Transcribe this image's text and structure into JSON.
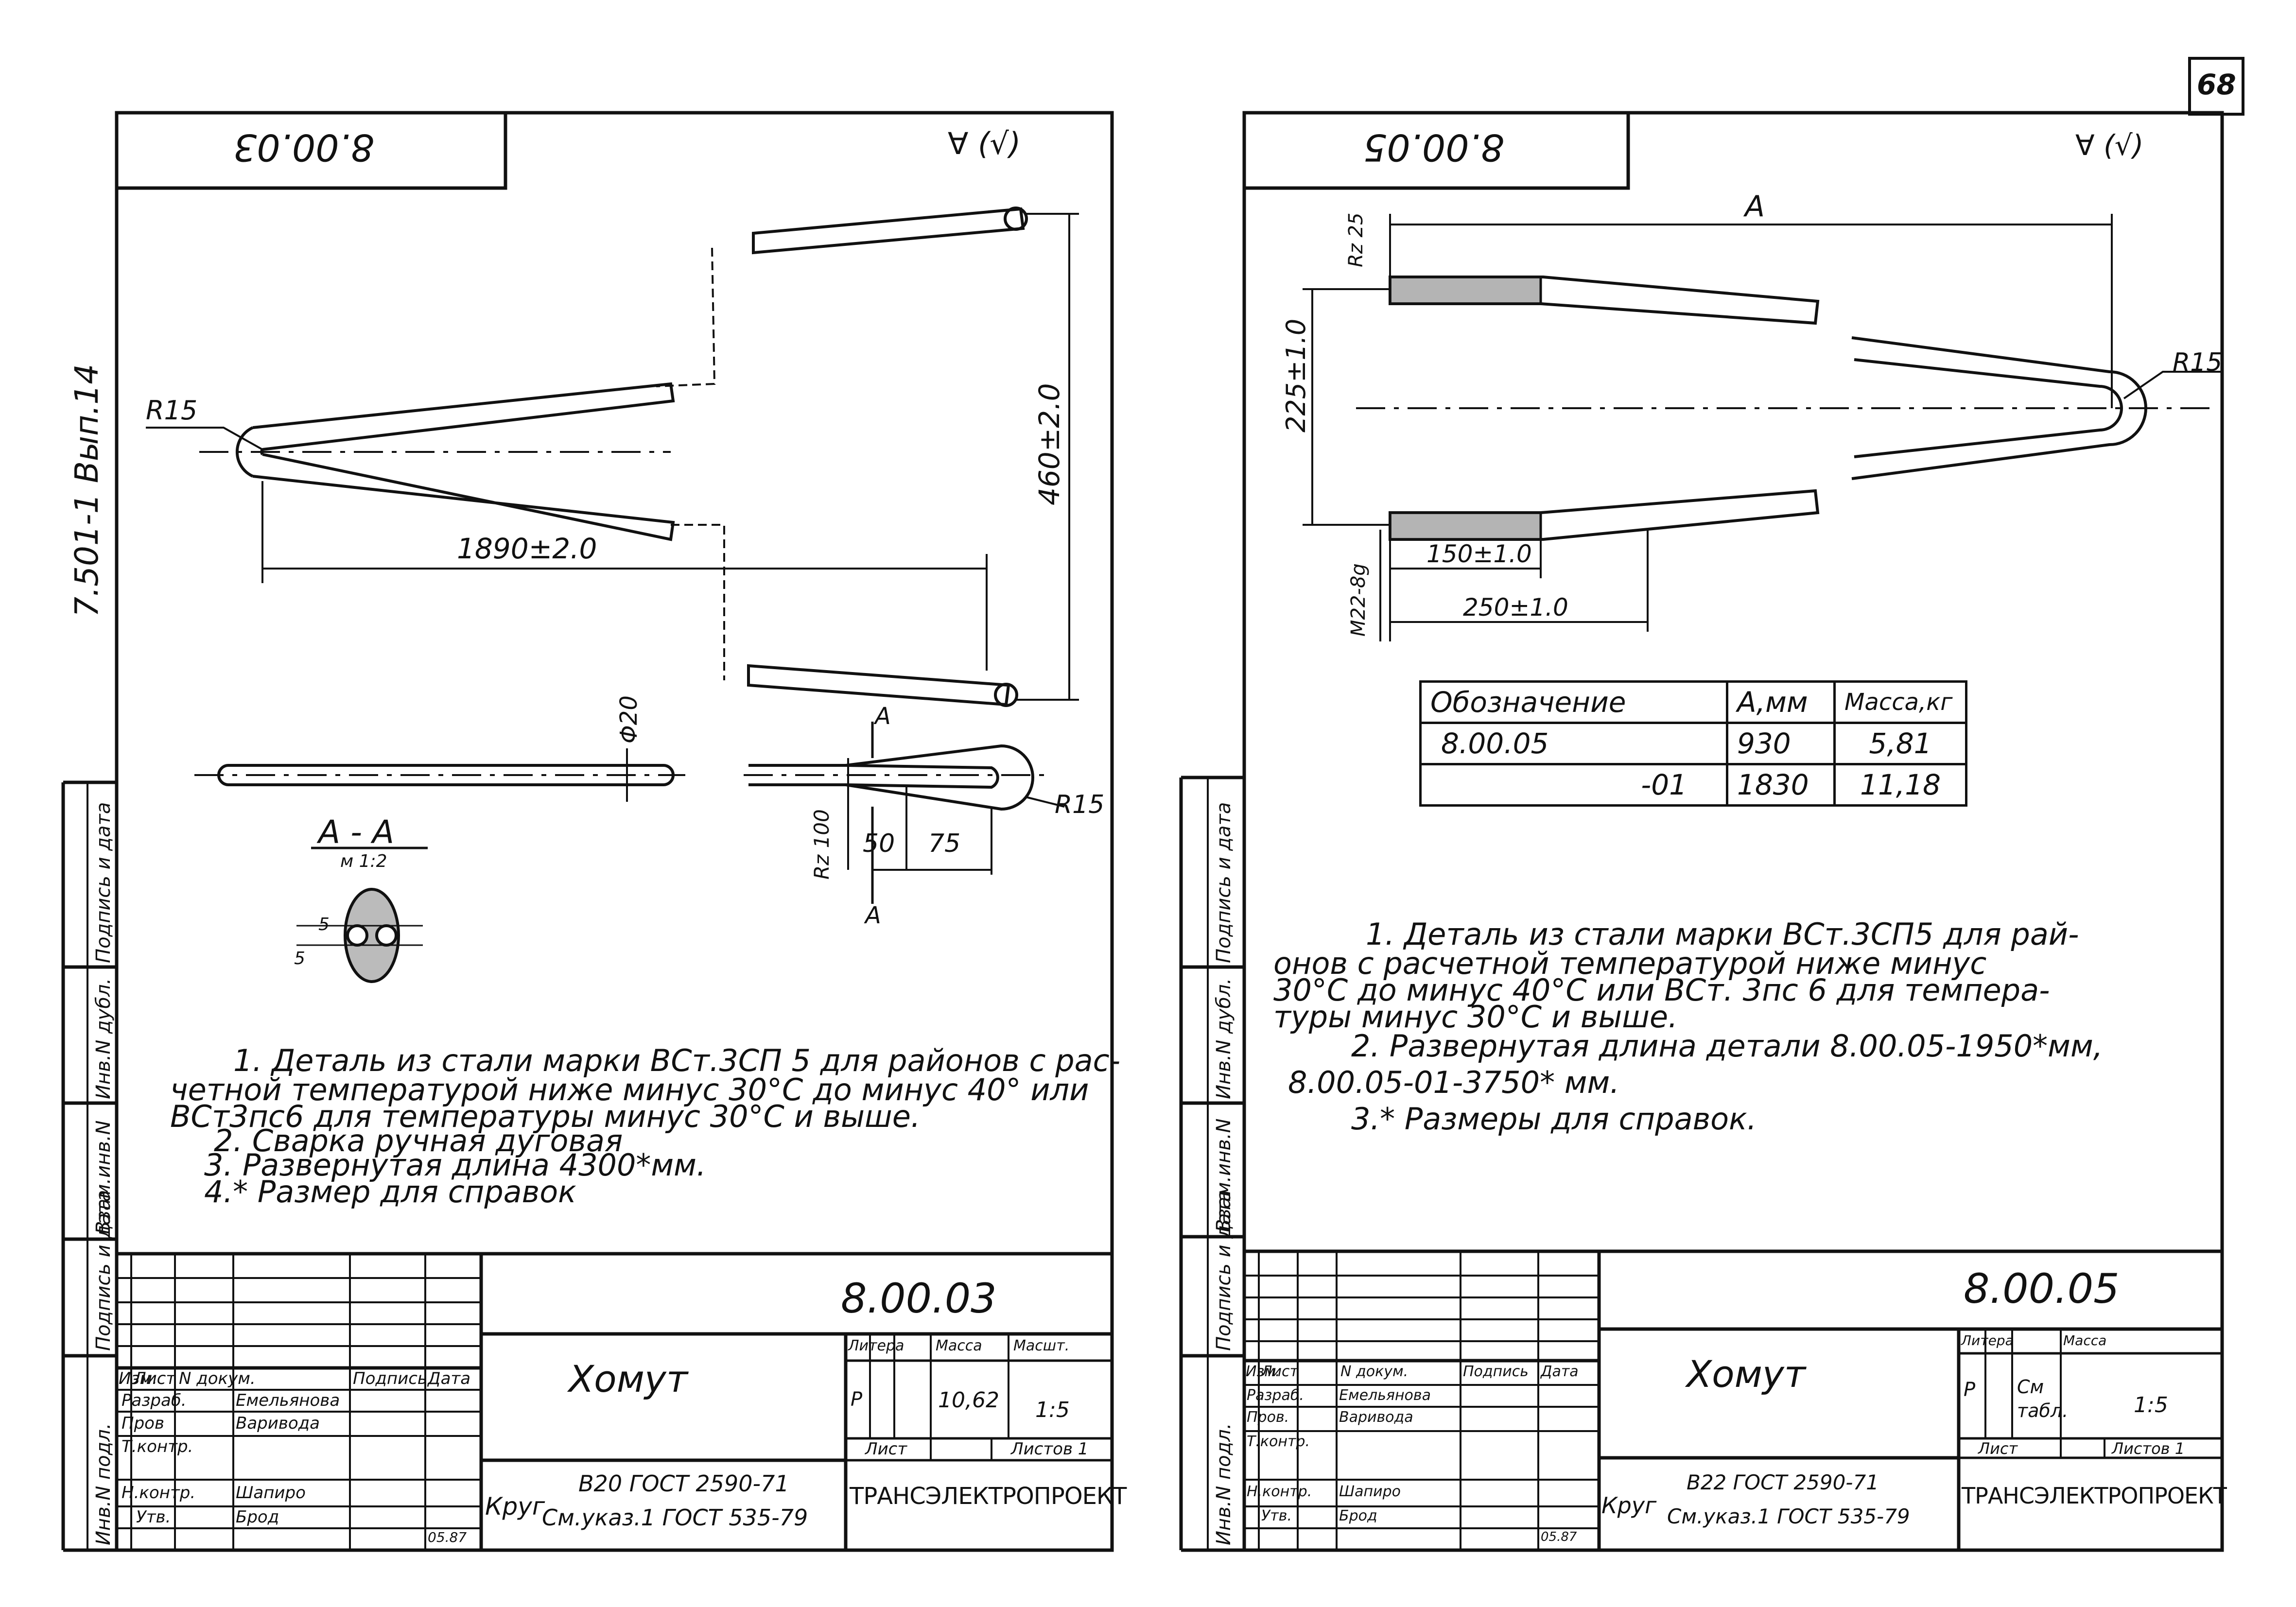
{
  "page_number": "68",
  "series_label": "7.501-1 Вып.14",
  "side_stamp_labels": [
    "Инв.N подл.",
    "Подпись и дата",
    "Взам.инв.N",
    "Инв.N дубл.",
    "Подпись и дата"
  ],
  "left": {
    "header_code": "8.00.03",
    "roughness_mark": "∀ (√)",
    "dims": {
      "radius_bend": "R15",
      "length": "1890±2.0",
      "width": "460±2.0",
      "diameter": "Φ20",
      "section_mark": "A",
      "roughness": "Rz 100",
      "dim_50": "50",
      "dim_75": "75",
      "radius_eye": "R15",
      "section_title": "A - A",
      "section_scale": "м 1:2",
      "section_dim_top": "5",
      "section_dim_bottom": "5"
    },
    "notes": [
      "1. Деталь из стали марки ВСт.3СП 5 для районов с рас-",
      "четной температурой ниже минус 30°С до минус 40° или",
      "ВСт3пс6 для температуры минус 30°С и выше.",
      "2. Сварка ручная дуговая",
      "3. Развернутая длина 4300*мм.",
      "4.* Размер для справок"
    ],
    "title_block": {
      "doc_code": "8.00.03",
      "name": "Хомут",
      "col_headers": [
        "Изм.",
        "Лист",
        "N докум.",
        "Подпись",
        "Дата"
      ],
      "rows": [
        {
          "role": "Разраб.",
          "person": "Емельянова"
        },
        {
          "role": "Пров",
          "person": "Варивода"
        },
        {
          "role": "Т.контр.",
          "person": ""
        },
        {
          "role": "Н.контр.",
          "person": "Шапиро"
        },
        {
          "role": "Утв.",
          "person": "Брод"
        }
      ],
      "date": "05.87",
      "litera_label": "Литера",
      "mass_label": "Масса",
      "scale_label": "Масшт.",
      "litera": "Р",
      "mass": "10,62",
      "scale": "1:5",
      "sheet_label": "Лист",
      "sheets_label": "Листов 1",
      "material_prefix": "Круг",
      "material_top": "В20 ГОСТ 2590-71",
      "material_bottom": "См.указ.1 ГОСТ 535-79",
      "organization": "ТРАНСЭЛЕКТРОПРОЕКТ"
    }
  },
  "right": {
    "header_code": "8.00.05",
    "roughness_mark": "∀ (√)",
    "dims": {
      "dim_a": "A",
      "roughness": "Rz 25",
      "width": "225±1.0",
      "radius": "R15",
      "thread": "М22-8g",
      "dim_150": "150±1.0",
      "dim_250": "250±1.0"
    },
    "table": {
      "headers": [
        "Обозначение",
        "А,мм",
        "Масса,кг"
      ],
      "rows": [
        [
          "8.00.05",
          "930",
          "5,81"
        ],
        [
          "-01",
          "1830",
          "11,18"
        ]
      ]
    },
    "notes": [
      "1. Деталь из стали марки ВСт.3СП5 для рай-",
      "онов с расчетной температурой ниже минус",
      "30°С до минус 40°С или ВСт. 3пс 6 для темпера-",
      "туры минус 30°С и выше.",
      "2. Развернутая длина детали 8.00.05-1950*мм,",
      "8.00.05-01-3750* мм.",
      "3.* Размеры для справок."
    ],
    "title_block": {
      "doc_code": "8.00.05",
      "name": "Хомут",
      "col_headers": [
        "Изм.",
        "Лист",
        "N докум.",
        "Подпись",
        "Дата"
      ],
      "rows": [
        {
          "role": "Разраб.",
          "person": "Емельянова"
        },
        {
          "role": "Пров.",
          "person": "Варивода"
        },
        {
          "role": "Т.контр.",
          "person": ""
        },
        {
          "role": "Н.контр.",
          "person": "Шапиро"
        },
        {
          "role": "Утв.",
          "person": "Брод"
        }
      ],
      "date": "05.87",
      "litera_label": "Литера",
      "mass_label": "Масса",
      "litera": "Р",
      "mass": "См табл.",
      "scale": "1:5",
      "sheet_label": "Лист",
      "sheets_label": "Листов 1",
      "material_prefix": "Круг",
      "material_top": "В22 ГОСТ 2590-71",
      "material_bottom": "См.указ.1 ГОСТ 535-79",
      "organization": "ТРАНСЭЛЕКТРОПРОЕКТ"
    }
  }
}
